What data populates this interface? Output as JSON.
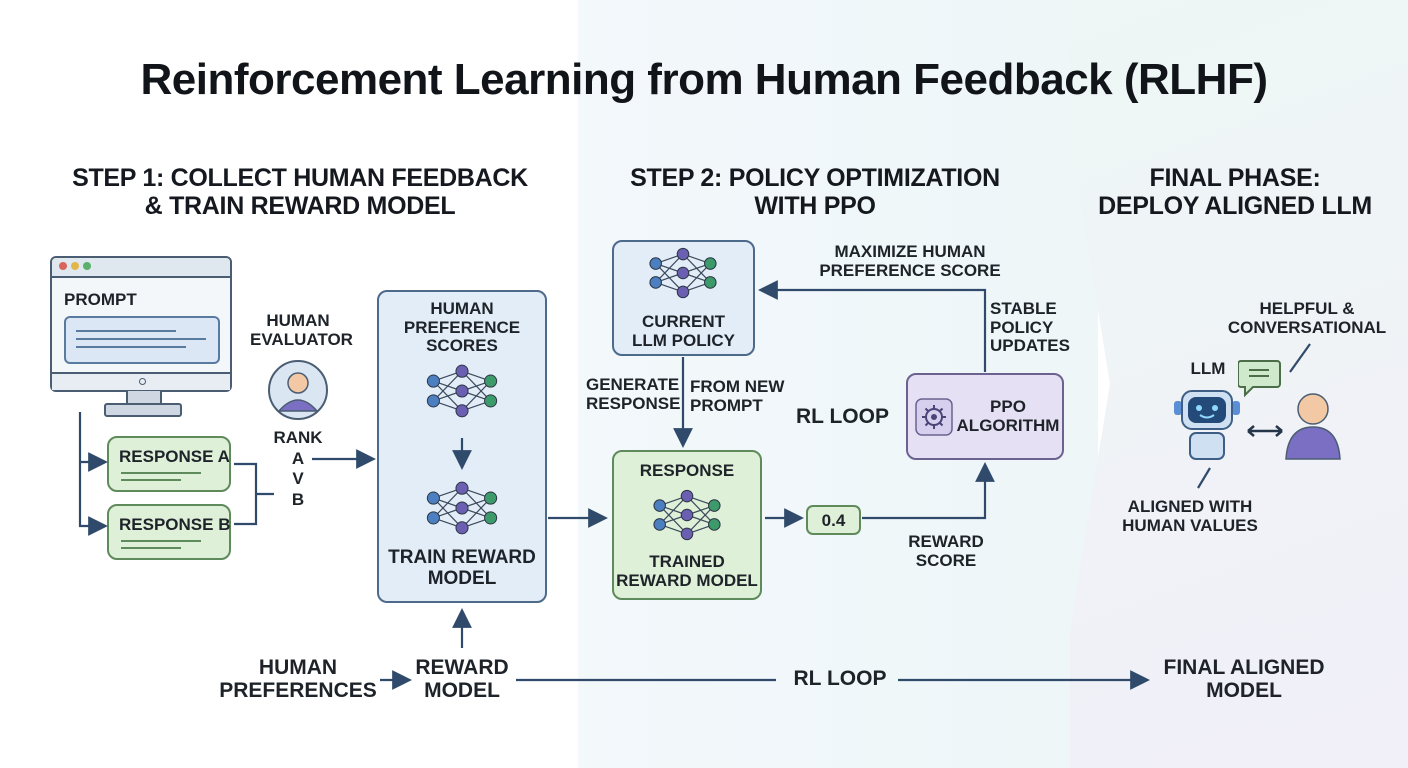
{
  "title": "Reinforcement Learning from Human Feedback (RLHF)",
  "steps": {
    "step1": [
      "STEP 1: COLLECT HUMAN FEEDBACK",
      "& TRAIN REWARD MODEL"
    ],
    "step2": [
      "STEP 2: POLICY OPTIMIZATION",
      "WITH PPO"
    ],
    "final": [
      "FINAL PHASE:",
      "DEPLOY ALIGNED LLM"
    ]
  },
  "step1": {
    "prompt_label": "PROMPT",
    "response_a": "RESPONSE A",
    "response_b": "RESPONSE B",
    "evaluator": [
      "HUMAN",
      "EVALUATOR"
    ],
    "rank": [
      "RANK",
      "A",
      "V",
      "B"
    ],
    "preference_scores": [
      "HUMAN",
      "PREFERENCE",
      "SCORES"
    ],
    "train_reward_model": [
      "TRAIN REWARD",
      "MODEL"
    ]
  },
  "step2": {
    "current_policy": [
      "CURRENT",
      "LLM POLICY"
    ],
    "maximize": [
      "MAXIMIZE HUMAN",
      "PREFERENCE SCORE"
    ],
    "stable_updates": [
      "STABLE",
      "POLICY",
      "UPDATES"
    ],
    "generate_response": [
      "GENERATE",
      "RESPONSE"
    ],
    "from_new_prompt": [
      "FROM NEW",
      "PROMPT"
    ],
    "rl_loop": "RL LOOP",
    "ppo_algorithm": [
      "PPO",
      "ALGORITHM"
    ],
    "response": "RESPONSE",
    "trained_reward_model": [
      "TRAINED",
      "REWARD MODEL"
    ],
    "score_value": "0.4",
    "reward_score": [
      "REWARD",
      "SCORE"
    ]
  },
  "final": {
    "helpful": [
      "HELPFUL &",
      "CONVERSATIONAL"
    ],
    "llm": "LLM",
    "aligned": [
      "ALIGNED WITH",
      "HUMAN VALUES"
    ]
  },
  "bottom": {
    "human_preferences": [
      "HUMAN",
      "PREFERENCES"
    ],
    "reward_model": [
      "REWARD",
      "MODEL"
    ],
    "rl_loop": "RL LOOP",
    "final_aligned_model": [
      "FINAL ALIGNED",
      "MODEL"
    ]
  },
  "colors": {
    "blue_fill": "#e2edf8",
    "green_fill": "#dff0d8",
    "purple_fill": "#e6e0f4",
    "arrow": "#2f4a6a",
    "node_purple": "#6a5fb0",
    "node_green": "#3d9a6a",
    "node_blue": "#4b7fc0"
  },
  "icons": [
    "monitor-icon",
    "person-icon",
    "neural-network-icon",
    "gear-cycle-icon",
    "robot-icon",
    "chat-bubble-icon",
    "double-arrow-icon"
  ]
}
